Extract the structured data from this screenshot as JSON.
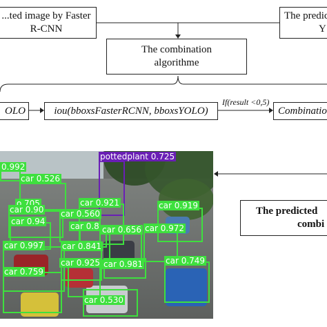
{
  "boxes": {
    "faster_rcnn": {
      "line1": "...ted image by Faster",
      "line2": "R-CNN"
    },
    "yolo_pred": {
      "line1": "The predic",
      "line2": "Y"
    },
    "combination": {
      "line1": "The combination",
      "line2": "algorithme"
    },
    "formula_left": {
      "text": "OLO"
    },
    "iou": {
      "text": "iou(bboxsFasterRCNN, bboxsYOLO)"
    },
    "condition": {
      "text": "If(result <0,5)"
    },
    "combination_step": {
      "text": "Combinatio"
    },
    "predicted_combination": {
      "line1": "The predicted",
      "line2": "combi"
    }
  },
  "detections": [
    {
      "label": "pottedplant 0.725",
      "color": "#6a1fb5"
    },
    {
      "label": "0.992"
    },
    {
      "label": "car 0.526"
    },
    {
      "label": "o.705"
    },
    {
      "label": "car 0.921"
    },
    {
      "label": "car 0.919"
    },
    {
      "label": "car 0.90"
    },
    {
      "label": "car 0.560"
    },
    {
      "label": "car 0.94"
    },
    {
      "label": "car 0.8"
    },
    {
      "label": "car 0.656"
    },
    {
      "label": "car 0.972"
    },
    {
      "label": "car 0.997"
    },
    {
      "label": "car 0.841"
    },
    {
      "label": "car 0.925"
    },
    {
      "label": "car 0.981"
    },
    {
      "label": "car 0.749"
    },
    {
      "label": "car 0.759"
    },
    {
      "label": "car 0.530"
    }
  ],
  "colors": {
    "detection": "#3ee03e",
    "plant": "#6a1fb5"
  }
}
